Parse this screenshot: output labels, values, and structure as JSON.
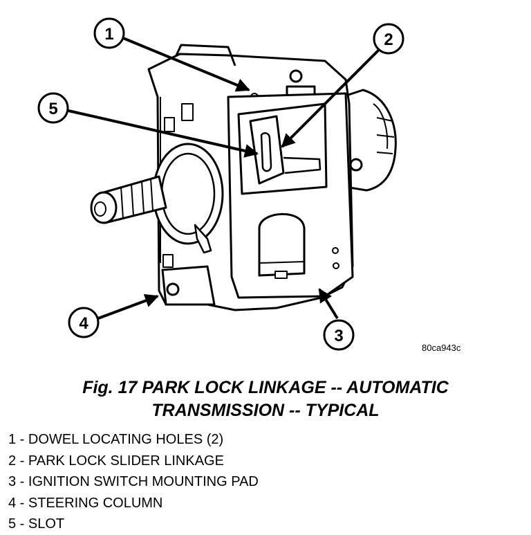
{
  "figure_code": "80ca943c",
  "callouts": [
    "1",
    "2",
    "3",
    "4",
    "5"
  ],
  "caption": {
    "line1": "Fig. 17 PARK LOCK LINKAGE -- AUTOMATIC",
    "line2": "TRANSMISSION -- TYPICAL"
  },
  "legend": [
    "1 - DOWEL LOCATING HOLES (2)",
    "2 - PARK LOCK SLIDER LINKAGE",
    "3 - IGNITION SWITCH MOUNTING PAD",
    "4 - STEERING COLUMN",
    "5 - SLOT"
  ]
}
